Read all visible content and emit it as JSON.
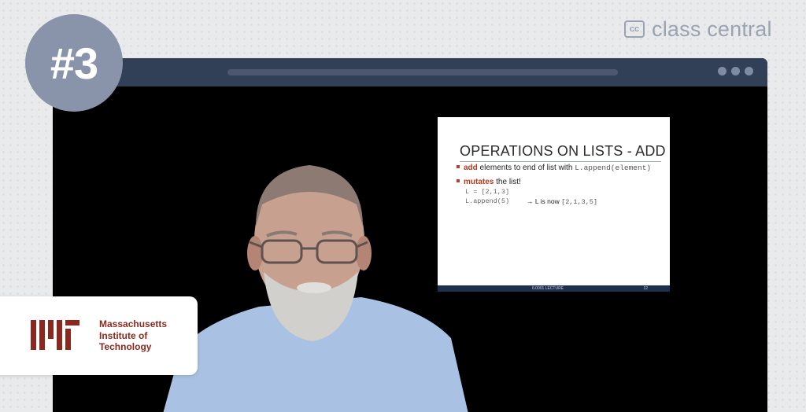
{
  "episode_badge": "#3",
  "brand": {
    "icon_text": "cc",
    "name": "class central"
  },
  "colors": {
    "window_chrome": "#324057",
    "badge": "#8994aa",
    "mit_red": "#8a2a1f",
    "slide_accent": "#b33a1c"
  },
  "slide": {
    "title": "OPERATIONS ON LISTS - ADD",
    "bullet1": {
      "strong": "add",
      "text": " elements to end of list with ",
      "code": "L.append(element)"
    },
    "bullet2": {
      "strong": "mutates",
      "text": " the list!"
    },
    "code_line1": "L = [2,1,3]",
    "code_line2": "L.append(5)",
    "result_prefix": "→ L is now ",
    "result_code": "[2,1,3,5]",
    "footer_left": "6.0001 LECTURE",
    "footer_right": "12"
  },
  "mit": {
    "logo_name": "mit-logo",
    "line1": "Massachusetts",
    "line2": "Institute of",
    "line3": "Technology"
  },
  "icons": [
    "class-central-icon",
    "window-dot-icon",
    "mit-logo"
  ]
}
